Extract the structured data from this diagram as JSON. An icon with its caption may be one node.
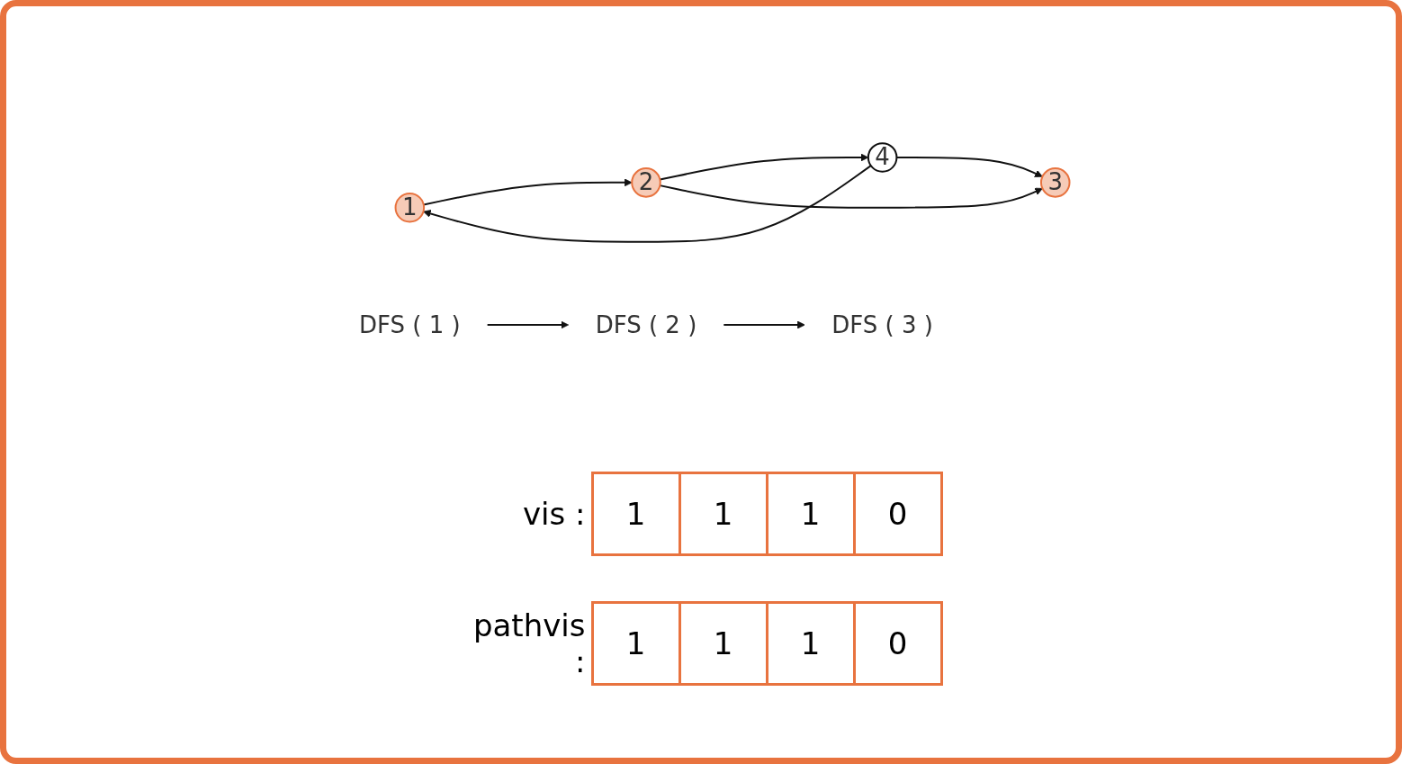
{
  "diagram": {
    "nodes": [
      {
        "text": [
          "1"
        ]
      },
      {
        "text": [
          "2"
        ]
      },
      {
        "text": [
          "4"
        ]
      },
      {
        "text": [
          "3"
        ]
      },
      {
        "text": [
          "DFS ( 1 )"
        ]
      },
      {
        "text": [
          "DFS ( 2 )"
        ]
      },
      {
        "text": [
          "DFS ( 3 )"
        ]
      }
    ],
    "edges": [
      {
        "from": 0,
        "to": 1,
        "arrow": "to"
      },
      {
        "from": 1,
        "to": 2,
        "arrow": "to"
      },
      {
        "from": 1,
        "to": 3,
        "arrow": "to"
      },
      {
        "from": 2,
        "to": 3,
        "arrow": "to"
      },
      {
        "from": 2,
        "to": 0,
        "arrow": "to"
      },
      {
        "from": 4,
        "to": 5,
        "arrow": "to"
      },
      {
        "from": 5,
        "to": 6,
        "arrow": "to"
      }
    ],
    "labels": [
      "vis :",
      "1",
      "1",
      "1",
      "0",
      "pathvis :",
      "1",
      "1",
      "1",
      "0"
    ]
  }
}
